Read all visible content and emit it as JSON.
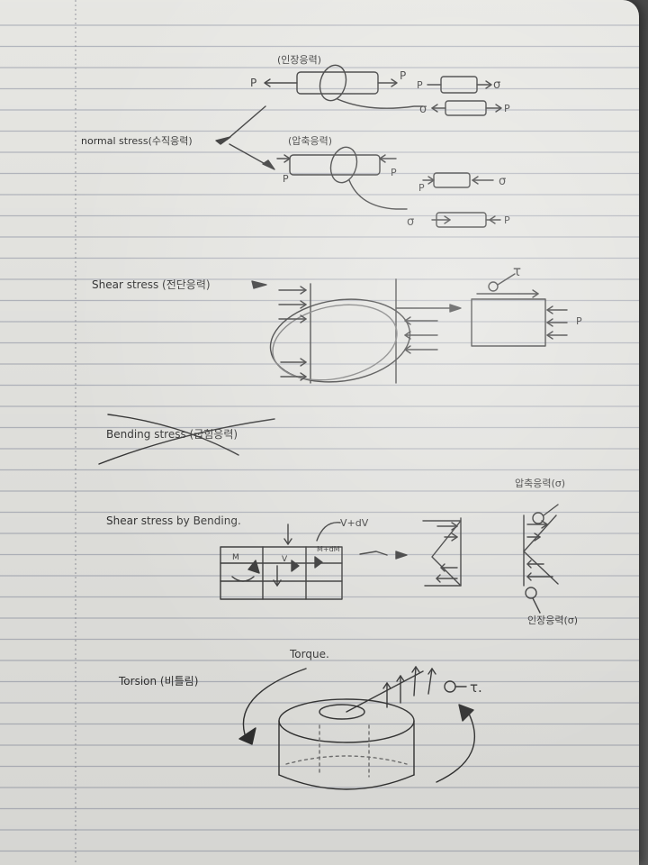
{
  "notes": {
    "normal_stress": {
      "heading": "normal stress(수직응력)",
      "tension": {
        "label": "(인장응력)",
        "load": "P",
        "stress": "σ"
      },
      "compression": {
        "label": "(압축응력)",
        "load": "P",
        "stress": "σ"
      }
    },
    "shear_stress": {
      "heading": "Shear stress (전단응력)",
      "load": "P",
      "stress": "τ"
    },
    "bending_stress": {
      "heading": "Bending stress (굽힘응력)"
    },
    "shear_by_bending": {
      "heading": "Shear stress by Bending.",
      "shear_increment": "V+dV",
      "moment": "M",
      "shear": "V",
      "moment_increment": "M+dM",
      "compressive_label": "압축응력(σ)",
      "tensile_label": "인장응력(σ)"
    },
    "torsion": {
      "heading": "Torsion (비틀림)",
      "torque_label": "Torque.",
      "stress": "τ."
    }
  },
  "colors": {
    "paper": "#eeeeea",
    "rule_line": "#b9bcc4",
    "margin_line": "#9a9ca4",
    "pencil": "#333333"
  }
}
